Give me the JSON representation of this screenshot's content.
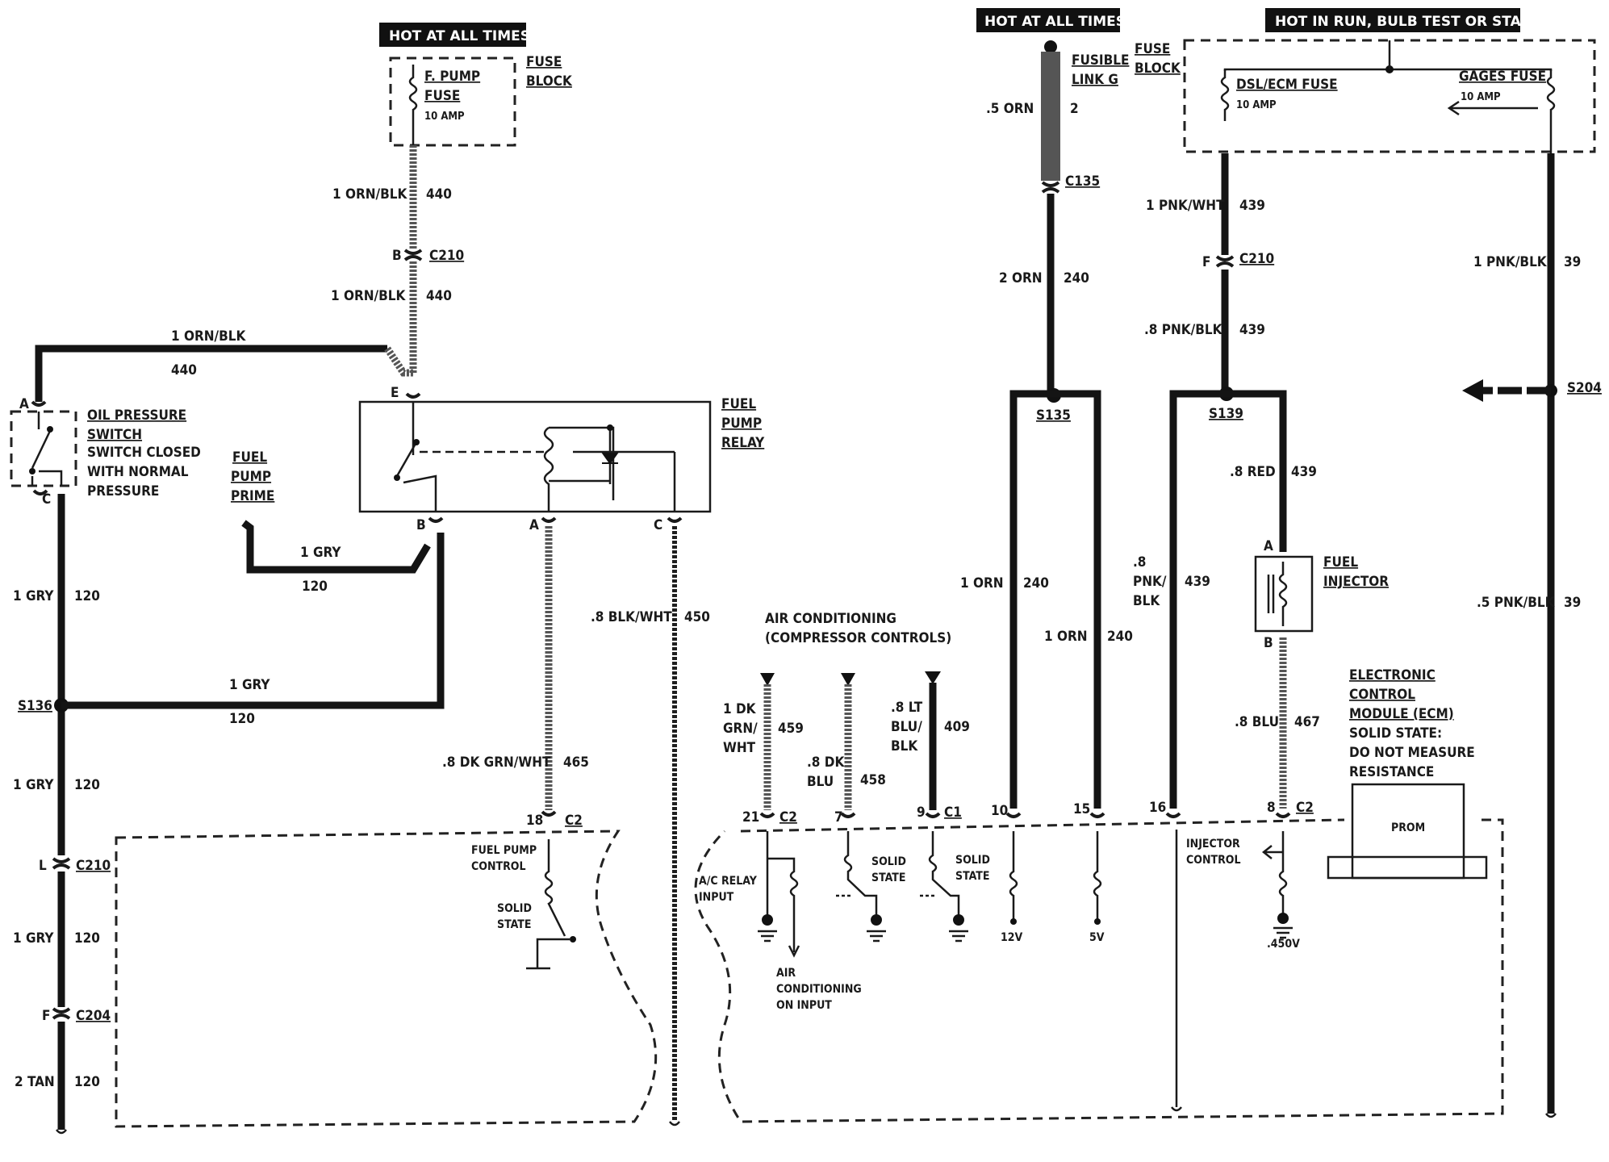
{
  "banners": {
    "left": "HOT AT ALL TIMES",
    "middle": "HOT AT ALL TIMES",
    "right": "HOT IN RUN, BULB TEST OR START"
  },
  "fuse_block_left": {
    "title_1": "FUSE",
    "title_2": "BLOCK",
    "fuse_name_1": "F. PUMP",
    "fuse_name_2": "FUSE",
    "rating": "10 AMP"
  },
  "fusible_link": {
    "name_1": "FUSIBLE",
    "name_2": "LINK G",
    "wire": ".5 ORN",
    "circuit": "2"
  },
  "fuse_block_right": {
    "title_1": "FUSE",
    "title_2": "BLOCK",
    "fuse_a": "DSL/ECM FUSE",
    "fuse_a_rating": "10 AMP",
    "fuse_b": "GAGES FUSE",
    "fuse_b_rating": "10 AMP"
  },
  "wires": {
    "w440a": "1 ORN/BLK",
    "c440a": "440",
    "w440b": "1 ORN/BLK",
    "c440b": "440",
    "w440c": "1 ORN/BLK",
    "c440c": "440",
    "w120_prime": "1 GRY",
    "c120_prime": "120",
    "w120_a": "1 GRY",
    "c120_a": "120",
    "w120_b": "1 GRY",
    "c120_b": "120",
    "w120_c": "1 GRY",
    "c120_c": "120",
    "w120_d": "1 GRY",
    "c120_d": "120",
    "w120_e": "2 TAN",
    "c120_e": "120",
    "w465": ".8 DK GRN/WHT",
    "c465": "465",
    "w450": ".8 BLK/WHT",
    "c450": "450",
    "w240a": "2 ORN",
    "c240a": "240",
    "w240b": "1 ORN",
    "c240b": "240",
    "w240c": "1 ORN",
    "c240c": "240",
    "w439a": "1 PNK/WHT",
    "c439a": "439",
    "w439b": ".8 PNK/BLK",
    "c439b": "439",
    "w439c": ".8 RED",
    "c439c": "439",
    "w439d_1": ".8",
    "w439d_2": "PNK/",
    "w439d_3": "BLK",
    "c439d": "439",
    "w39a": "1 PNK/BLK",
    "c39a": "39",
    "w39b": ".5 PNK/BLK",
    "c39b": "39",
    "w467": ".8 BLU",
    "c467": "467",
    "w459_1": "1 DK",
    "w459_2": "GRN/",
    "w459_3": "WHT",
    "c459": "459",
    "w458_1": ".8 DK",
    "w458_2": "BLU",
    "c458": "458",
    "w409_1": ".8 LT",
    "w409_2": "BLU/",
    "w409_3": "BLK",
    "c409": "409"
  },
  "connectors": {
    "c210_top": "C210",
    "c210_top_pin": "B",
    "c210_left": "C210",
    "c210_left_pin": "L",
    "c204": "C204",
    "c204_pin": "F",
    "c135": "C135",
    "c210_right": "C210",
    "c210_right_pin": "F",
    "s136": "S136",
    "s135": "S135",
    "s139": "S139",
    "s204": "S204",
    "ecm_c2_a": "C2",
    "ecm_c2_a_pin": "18",
    "ecm_c2_b": "C2",
    "ecm_c2_b_pin": "21",
    "ecm_c1": "C1",
    "ecm_pin_7": "7",
    "ecm_pin_9": "9",
    "ecm_pin_10": "10",
    "ecm_pin_15": "15",
    "ecm_pin_16": "16",
    "ecm_c2_c": "C2",
    "ecm_c2_c_pin": "8"
  },
  "relay": {
    "label_1": "FUEL",
    "label_2": "PUMP",
    "label_3": "RELAY",
    "pin_e": "E",
    "pin_b": "B",
    "pin_a": "A",
    "pin_c": "C"
  },
  "oil_switch": {
    "label_1": "OIL PRESSURE",
    "label_2": "SWITCH",
    "desc_1": "SWITCH CLOSED",
    "desc_2": "WITH NORMAL",
    "desc_3": "PRESSURE",
    "pin_a": "A",
    "pin_c": "C"
  },
  "prime": {
    "label_1": "FUEL",
    "label_2": "PUMP",
    "label_3": "PRIME"
  },
  "injector": {
    "label_1": "FUEL",
    "label_2": "INJECTOR",
    "pin_a": "A",
    "pin_b": "B"
  },
  "ac": {
    "title_1": "AIR CONDITIONING",
    "title_2": "(COMPRESSOR CONTROLS)"
  },
  "ecm": {
    "label_1": "ELECTRONIC",
    "label_2": "CONTROL",
    "label_3": "MODULE (ECM)",
    "note_1": "SOLID STATE:",
    "note_2": "DO NOT MEASURE",
    "note_3": "RESISTANCE",
    "prom": "PROM",
    "fp_control_1": "FUEL PUMP",
    "fp_control_2": "CONTROL",
    "ss_1": "SOLID",
    "ss_2": "STATE",
    "ss2_1": "SOLID",
    "ss2_2": "STATE",
    "ss3_1": "SOLID",
    "ss3_2": "STATE",
    "ac_relay_1": "A/C RELAY",
    "ac_relay_2": "INPUT",
    "ac_on_1": "AIR",
    "ac_on_2": "CONDITIONING",
    "ac_on_3": "ON INPUT",
    "inj_ctrl_1": "INJECTOR",
    "inj_ctrl_2": "CONTROL",
    "v12": "12V",
    "v5": "5V",
    "v450": ".450V"
  }
}
